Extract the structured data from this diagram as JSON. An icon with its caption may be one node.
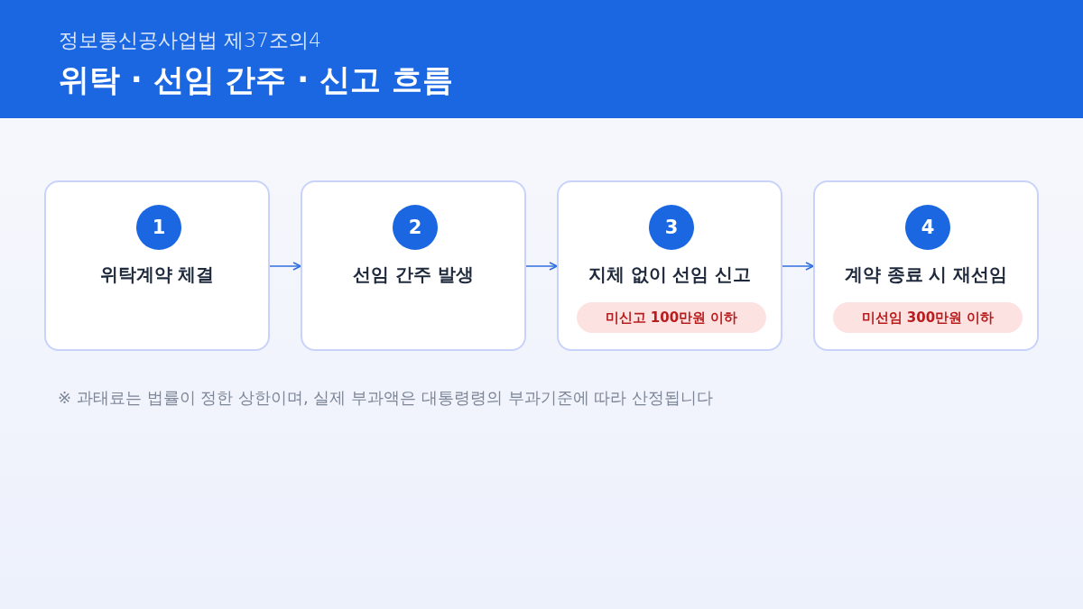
{
  "diagram": {
    "title": "위탁 · 선임 간주 · 신고 흐름",
    "nodes": [
      {
        "text": [
          "위탁계약 체결"
        ]
      },
      {
        "text": [
          "1"
        ],
        "in": 0
      },
      {
        "text": [
          "선임 간주 발생"
        ]
      },
      {
        "text": [
          "2"
        ],
        "in": 2
      },
      {
        "text": [
          "지체 없이 선임 신고"
        ]
      },
      {
        "text": [
          "3"
        ],
        "in": 4
      },
      {
        "text": [
          "미신고 100만원 이하"
        ],
        "in": 4
      },
      {
        "text": [
          "계약 종료 시 재선임"
        ]
      },
      {
        "text": [
          "4"
        ],
        "in": 7
      },
      {
        "text": [
          "미선임 300만원 이하"
        ],
        "in": 7
      }
    ],
    "edges": [
      {
        "from": 0,
        "to": 2,
        "arrow": "to"
      },
      {
        "from": 2,
        "to": 4,
        "arrow": "to"
      },
      {
        "from": 4,
        "to": 7,
        "arrow": "to"
      }
    ],
    "labels": [
      "정보통신공사업법 제37조의4",
      "※ 과태료는 법률이 정한 상한이며, 실제 부과액은 대통령령의 부과기준에 따라 산정됩니다"
    ]
  }
}
